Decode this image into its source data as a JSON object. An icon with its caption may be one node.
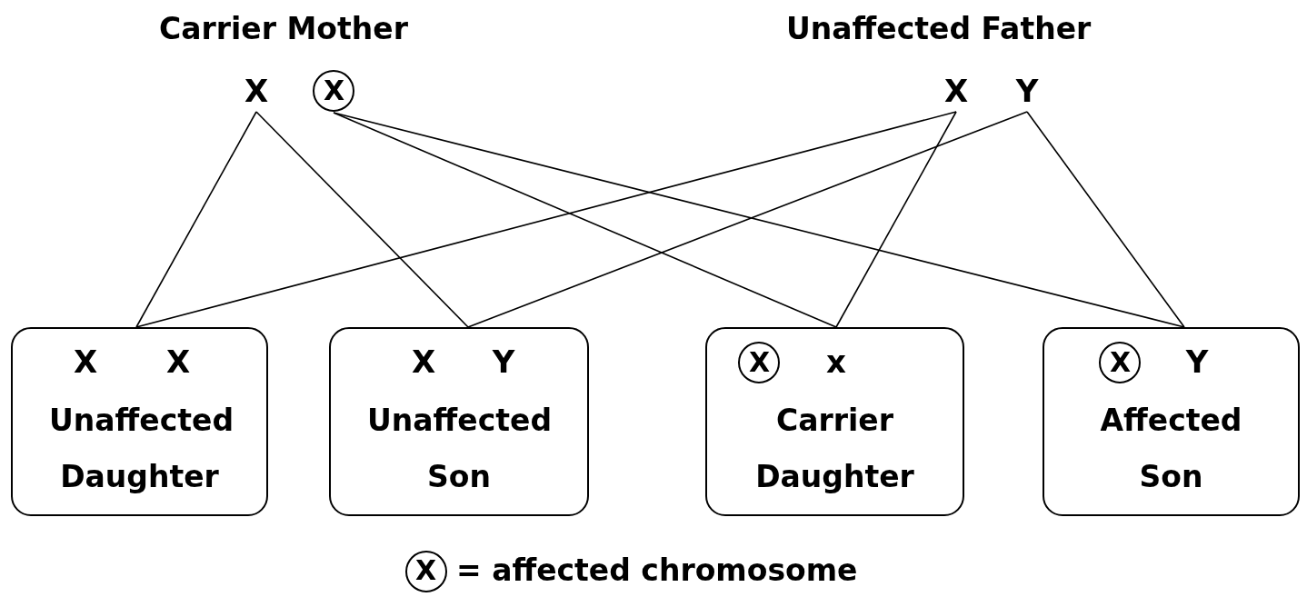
{
  "diagram": {
    "nodes": [
      {
        "text": [
          "X"
        ]
      },
      {
        "text": [],
        "shape": "circle"
      },
      {
        "text": [
          "X"
        ],
        "in": 1
      },
      {
        "text": [
          "X"
        ]
      },
      {
        "text": [
          "Y"
        ]
      },
      {
        "text": [
          "Unaffected Daughter"
        ]
      },
      {
        "text": [
          "X"
        ],
        "in": 5
      },
      {
        "text": [
          "X"
        ],
        "in": 5
      },
      {
        "text": [
          "Unaffected Son"
        ]
      },
      {
        "text": [
          "X"
        ],
        "in": 8
      },
      {
        "text": [
          "Y"
        ],
        "in": 8
      },
      {
        "text": [
          "Carrier Daughter"
        ]
      },
      {
        "text": [],
        "shape": "circle",
        "in": 11
      },
      {
        "text": [
          "X"
        ],
        "in": 12
      },
      {
        "text": [
          "x"
        ],
        "in": 11
      },
      {
        "text": [
          "Affected Son"
        ]
      },
      {
        "text": [],
        "shape": "circle",
        "in": 15
      },
      {
        "text": [
          "X"
        ],
        "in": 16
      },
      {
        "text": [
          "Y"
        ],
        "in": 15
      }
    ],
    "edges": [
      {
        "from": 0,
        "to": 5,
        "arrow": "none"
      },
      {
        "from": 0,
        "to": 8,
        "arrow": "none"
      },
      {
        "from": 1,
        "to": 11,
        "arrow": "none"
      },
      {
        "from": 1,
        "to": 15,
        "arrow": "none"
      },
      {
        "from": 3,
        "to": 5,
        "arrow": "none"
      },
      {
        "from": 3,
        "to": 11,
        "arrow": "none"
      },
      {
        "from": 4,
        "to": 8,
        "arrow": "none"
      },
      {
        "from": 4,
        "to": 15,
        "arrow": "none"
      }
    ],
    "labels": [
      "Carrier Mother",
      "Unaffected Father",
      "X"
    ],
    "legend": [
      {
        "text": "= affected chromosome"
      }
    ]
  }
}
